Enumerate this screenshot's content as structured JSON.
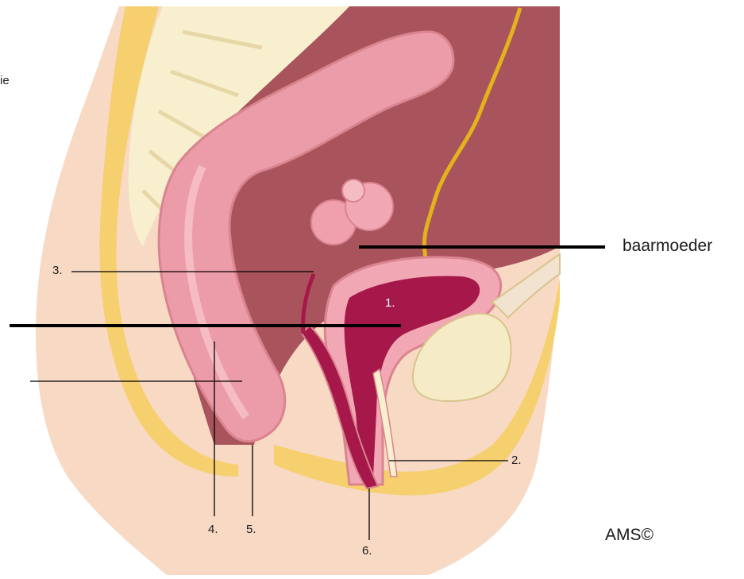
{
  "labels": {
    "cut_text": "ie",
    "uterus_word": "baarmoeder",
    "n1": "1.",
    "n2": "2.",
    "n3": "3.",
    "n4": "4.",
    "n5": "5.",
    "n6": "6.",
    "copyright": "AMS©"
  },
  "colors": {
    "abdomen_bg": "#a9545c",
    "skin": "#f7d9c4",
    "fat_layer": "#f6cf6e",
    "bowel": "#ec9ca8",
    "bowel_dark": "#d9848f",
    "spine": "#f8efcf",
    "uterus_wall": "#f2a8b4",
    "uterus_cavity": "#a51849",
    "bladder": "#f5ecc7",
    "nerve": "#e2b31c",
    "leader_line": "#000000"
  },
  "icons": {
    "diagram": "pelvic-anatomy-illustration"
  }
}
